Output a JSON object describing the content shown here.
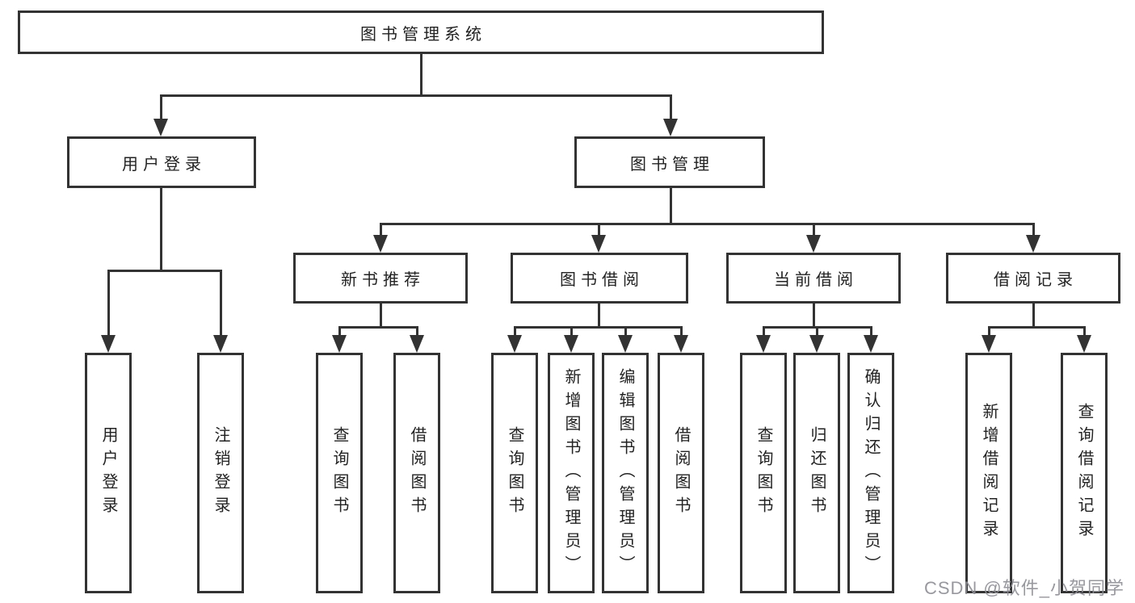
{
  "diagram": {
    "root": {
      "label": "图书管理系统"
    },
    "branches": [
      {
        "label": "用户登录",
        "children": [
          {
            "label": "用户登录"
          },
          {
            "label": "注销登录"
          }
        ]
      },
      {
        "label": "图书管理",
        "children": [
          {
            "label": "新书推荐",
            "children": [
              {
                "label": "查询图书"
              },
              {
                "label": "借阅图书"
              }
            ]
          },
          {
            "label": "图书借阅",
            "children": [
              {
                "label": "查询图书"
              },
              {
                "label": "新增图书（管理员）"
              },
              {
                "label": "编辑图书（管理员）"
              },
              {
                "label": "借阅图书"
              }
            ]
          },
          {
            "label": "当前借阅",
            "children": [
              {
                "label": "查询图书"
              },
              {
                "label": "归还图书"
              },
              {
                "label": "确认归还（管理员）"
              }
            ]
          },
          {
            "label": "借阅记录",
            "children": [
              {
                "label": "新增借阅记录"
              },
              {
                "label": "查询借阅记录"
              }
            ]
          }
        ]
      }
    ]
  },
  "watermark": {
    "text": "CSDN @软件_小贺同学"
  },
  "colors": {
    "line": "#333333",
    "text": "#222222",
    "background": "#ffffff",
    "watermark": "#8d8d95"
  }
}
